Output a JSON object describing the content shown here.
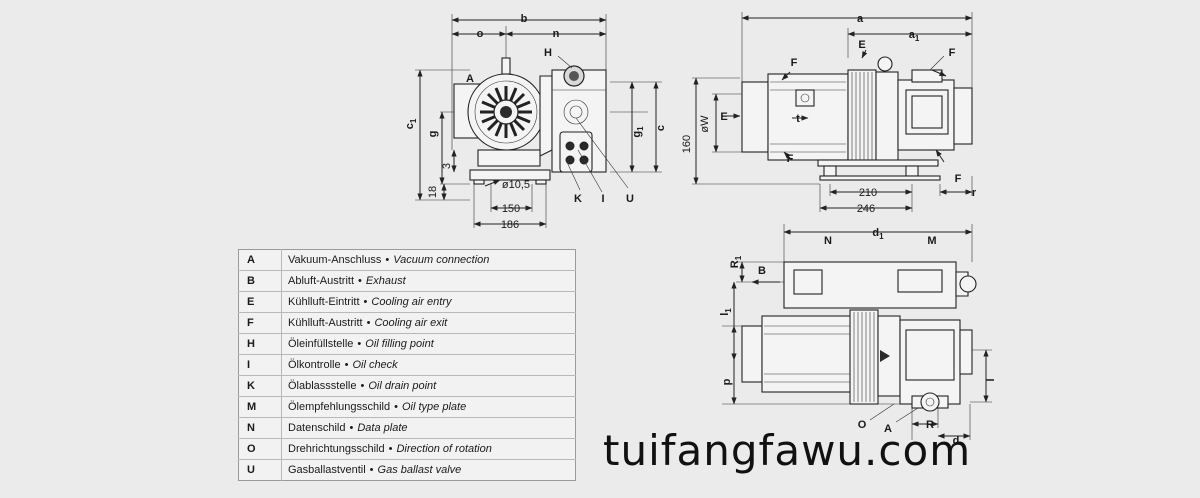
{
  "dims_front": {
    "b": "b",
    "o": "o",
    "n": "n",
    "H": "H",
    "A": "A",
    "c1": "c",
    "c1_sub": "1",
    "g": "g",
    "g1": "g",
    "g1_sub": "1",
    "c": "c",
    "three": "3",
    "eighteen": "18",
    "d105": "ø10,5",
    "d150": "150",
    "d186": "186",
    "K": "K",
    "I": "I",
    "U": "U"
  },
  "dims_side": {
    "a": "a",
    "a1": "a",
    "a1_sub": "1",
    "E": "E",
    "F": "F",
    "oW": "øW",
    "d160": "160",
    "t": "t",
    "d210": "210",
    "d246": "246",
    "r": "r"
  },
  "dims_top": {
    "d1": "d",
    "d1_sub": "1",
    "N": "N",
    "M": "M",
    "R1": "R",
    "R1_sub": "1",
    "B": "B",
    "l1": "l",
    "l1_sub": "1",
    "p": "p",
    "O": "O",
    "A": "A",
    "R": "R",
    "d": "d",
    "l": "l"
  },
  "legend": [
    {
      "key": "A",
      "de": "Vakuum-Anschluss",
      "en": "Vacuum connection"
    },
    {
      "key": "B",
      "de": "Abluft-Austritt",
      "en": "Exhaust"
    },
    {
      "key": "E",
      "de": "Kühlluft-Eintritt",
      "en": "Cooling air entry"
    },
    {
      "key": "F",
      "de": "Kühlluft-Austritt",
      "en": "Cooling air exit"
    },
    {
      "key": "H",
      "de": "Öleinfüllstelle",
      "en": "Oil filling point"
    },
    {
      "key": "I",
      "de": "Ölkontrolle",
      "en": "Oil check"
    },
    {
      "key": "K",
      "de": "Ölablassstelle",
      "en": "Oil drain point"
    },
    {
      "key": "M",
      "de": "Ölempfehlungsschild",
      "en": "Oil type plate"
    },
    {
      "key": "N",
      "de": "Datenschild",
      "en": "Data plate"
    },
    {
      "key": "O",
      "de": "Drehrichtungsschild",
      "en": "Direction of rotation"
    },
    {
      "key": "U",
      "de": "Gasballastventil",
      "en": "Gas ballast valve"
    }
  ],
  "separator": "•",
  "watermark": "tuifangfawu.com"
}
